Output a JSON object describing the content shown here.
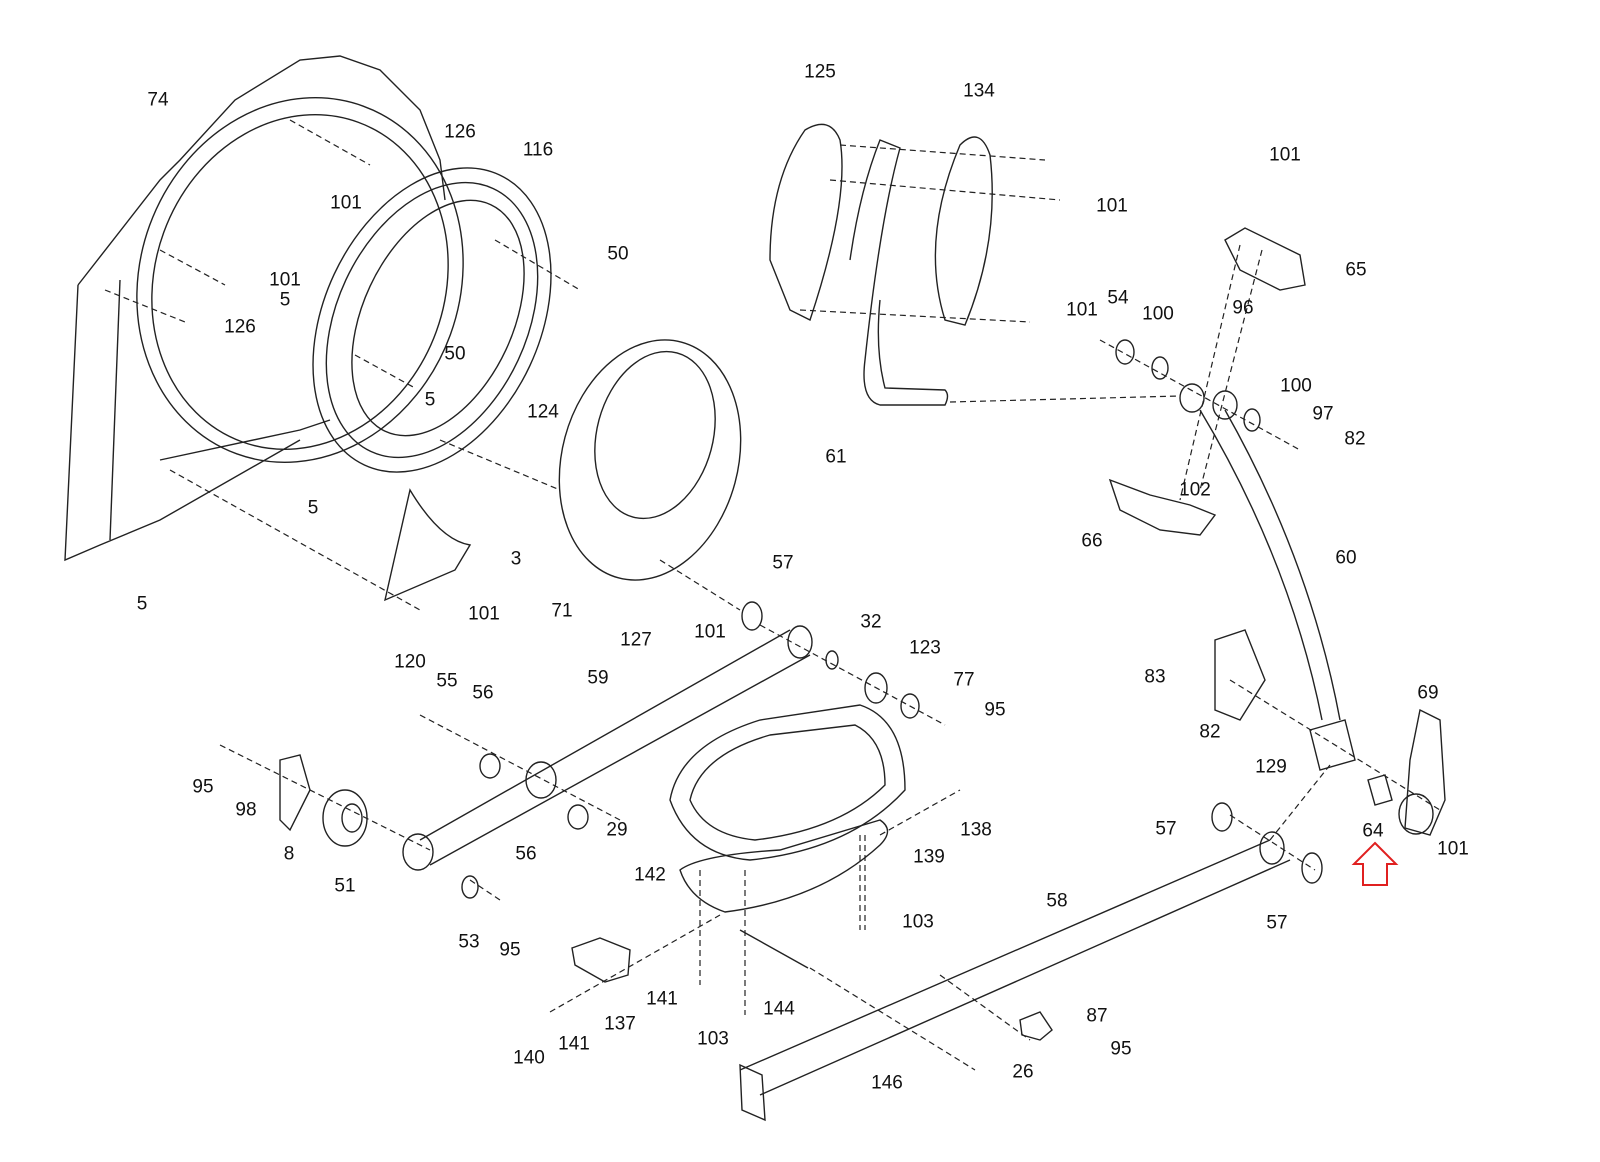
{
  "diagram": {
    "title": "Elliptical exploded parts diagram",
    "highlight_color": "#e02020",
    "highlighted_part": "64",
    "part_labels": [
      "74",
      "126",
      "116",
      "101",
      "101",
      "126",
      "50",
      "50",
      "5",
      "5",
      "5",
      "5",
      "124",
      "3",
      "101",
      "71",
      "127",
      "101",
      "125",
      "134",
      "101",
      "101",
      "61",
      "54",
      "100",
      "101",
      "65",
      "96",
      "100",
      "97",
      "82",
      "102",
      "66",
      "60",
      "57",
      "32",
      "123",
      "77",
      "95",
      "59",
      "120",
      "55",
      "56",
      "95",
      "98",
      "8",
      "51",
      "56",
      "29",
      "53",
      "95",
      "142",
      "139",
      "138",
      "103",
      "103",
      "137",
      "141",
      "141",
      "140",
      "144",
      "58",
      "87",
      "95",
      "146",
      "26",
      "83",
      "82",
      "129",
      "69",
      "64",
      "101",
      "57",
      "57"
    ]
  }
}
